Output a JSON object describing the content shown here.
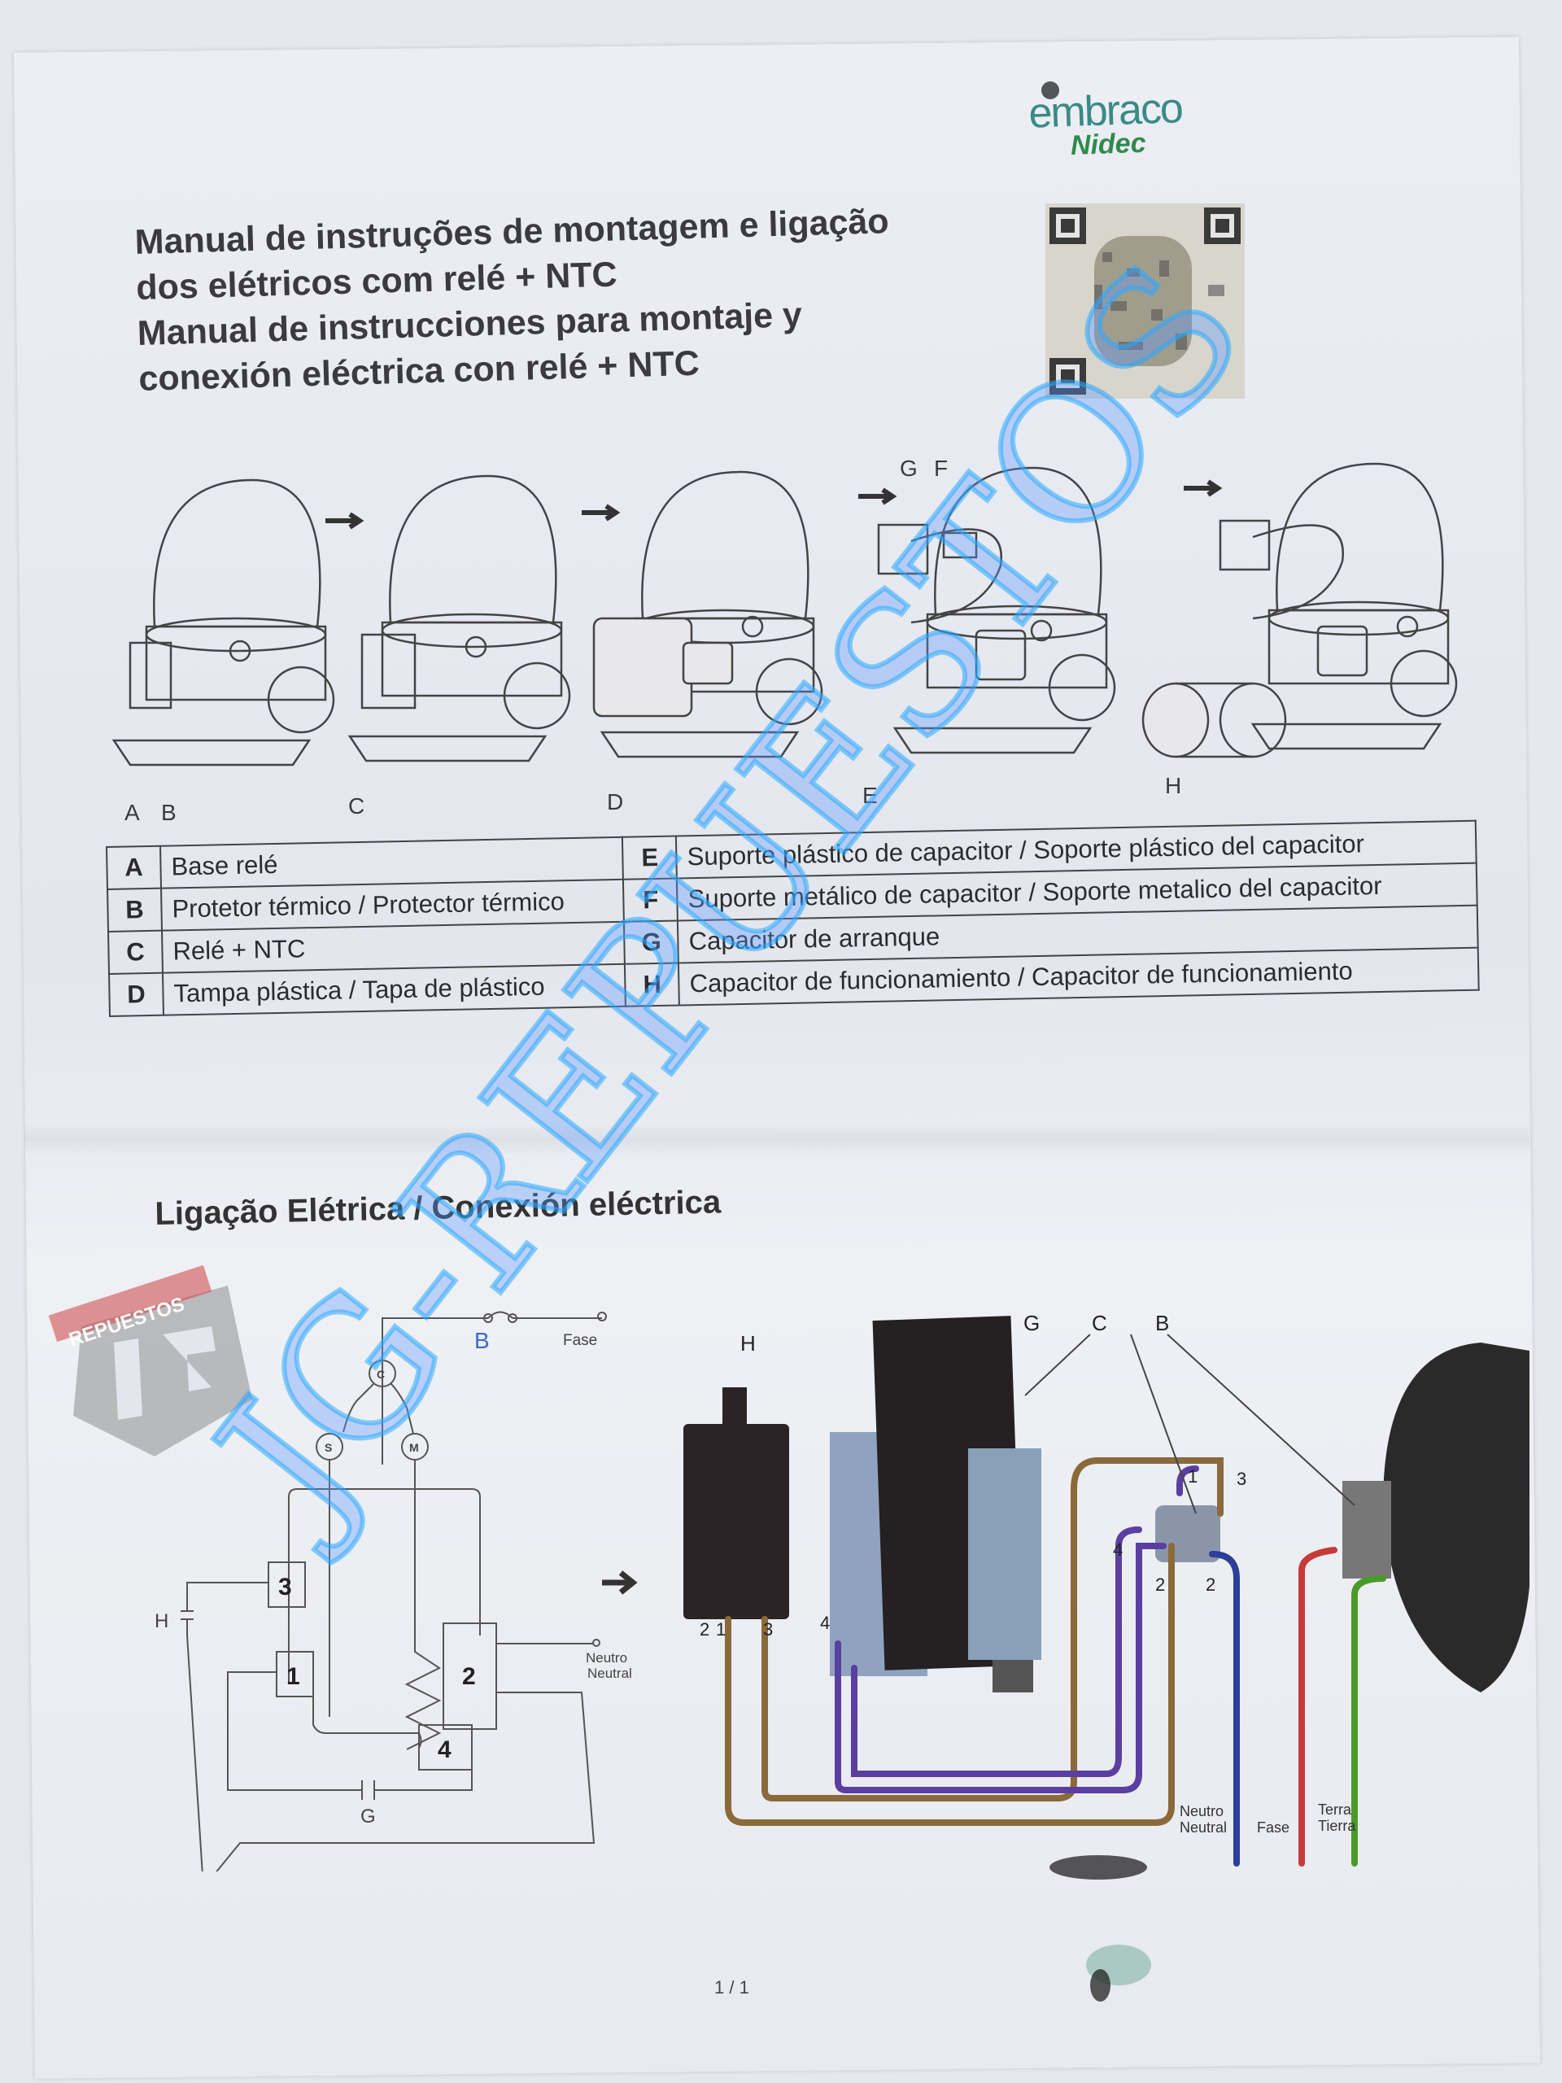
{
  "brand": {
    "logo_text": "embraco",
    "sub_logo_text": "Nidec"
  },
  "title": {
    "lines": [
      "Manual de instruções de montagem e ligação",
      "dos elétricos com relé + NTC",
      "Manual de instrucciones para montaje y",
      "conexión eléctrica con relé + NTC"
    ]
  },
  "assembly_steps": {
    "labels": [
      "A",
      "B",
      "C",
      "D",
      "E",
      "F",
      "G",
      "H"
    ]
  },
  "legend": {
    "rows": [
      {
        "left_key": "A",
        "left_text": "Base relé",
        "right_key": "E",
        "right_text": "Suporte plástico de capacitor / Soporte plástico del capacitor"
      },
      {
        "left_key": "B",
        "left_text": "Protetor térmico / Protector térmico",
        "right_key": "F",
        "right_text": "Suporte metálico de capacitor / Soporte metalico del capacitor"
      },
      {
        "left_key": "C",
        "left_text": "Relé + NTC",
        "right_key": "G",
        "right_text": "Capacitor de arranque"
      },
      {
        "left_key": "D",
        "left_text": "Tampa plástica / Tapa de plástico",
        "right_key": "H",
        "right_text": "Capacitor de funcionamiento / Capacitor de funcionamiento"
      }
    ]
  },
  "section": {
    "title": "Ligação Elétrica / Conexión eléctrica"
  },
  "schematic": {
    "terminals": [
      "C",
      "S",
      "M"
    ],
    "blocks": [
      "1",
      "2",
      "3",
      "4"
    ],
    "labels": {
      "b": "B",
      "fase": "Fase",
      "h": "H",
      "g": "G",
      "neutro": "Neutro",
      "neutral": "Neutral"
    }
  },
  "wiring": {
    "labels": {
      "h": "H",
      "g": "G",
      "c": "C",
      "b": "B"
    },
    "pins": [
      "1",
      "2",
      "3",
      "4",
      "2",
      "3",
      "4",
      "1",
      "2"
    ],
    "terminals": {
      "neutro": "Neutro",
      "neutral": "Neutral",
      "fase": "Fase",
      "terra": "Terra",
      "tierra": "Tierra"
    },
    "wire_colors": {
      "brown": "#8a6a3a",
      "purple": "#5a3fa0",
      "blue": "#2a3f9a",
      "red": "#c83a3a",
      "green": "#4a9a2a"
    }
  },
  "watermark": {
    "text": "JG-REPUESTOS",
    "badge_text": "REPUESTOS"
  },
  "footer": {
    "page": "1 / 1"
  }
}
